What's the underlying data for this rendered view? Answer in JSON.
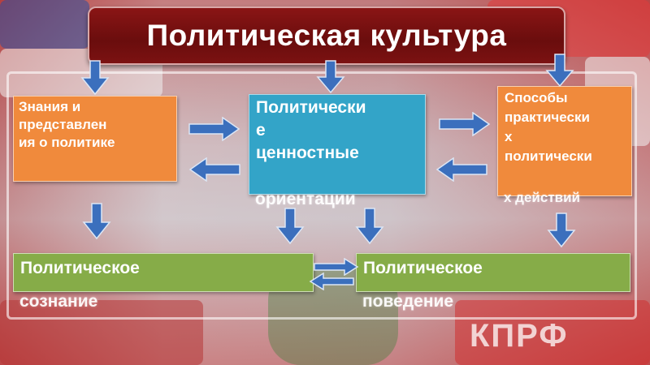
{
  "title": "Политическая культура",
  "boxes": {
    "knowledge": {
      "text": "Знания и\nпредставлен\nия о политике"
    },
    "values": {
      "text": "Политически\nе\nценностные",
      "overflow": "ориентации"
    },
    "practice": {
      "text": "Способы\nпрактически\nх\nполитически",
      "overflow": "х действий"
    },
    "consciousness": {
      "text": "Политическое",
      "overflow": "сознание"
    },
    "behaviour": {
      "text": "Политическое",
      "overflow": "поведение"
    }
  },
  "background": {
    "watermark": "КПРФ"
  },
  "colors": {
    "banner": "#7a1010",
    "orange": "#f08a3c",
    "teal": "#33a4c8",
    "green": "#86ac48",
    "arrow": "#3b6fbd"
  }
}
